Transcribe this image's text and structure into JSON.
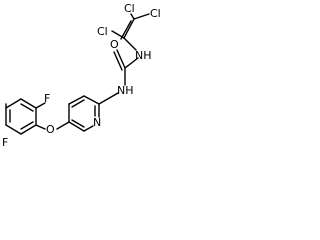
{
  "molecule": {
    "atoms": {
      "cl_top_left": "Cl",
      "cl_top_right": "Cl",
      "cl_vinyl": "Cl",
      "n_upper": "NH",
      "n_lower": "NH",
      "o_carbonyl": "O",
      "o_ether": "O",
      "n_pyridine": "N",
      "f_ortho": "F",
      "f_para": "F"
    },
    "colors": {
      "bond": "#000000",
      "text": "#000000",
      "background": "#ffffff"
    }
  }
}
